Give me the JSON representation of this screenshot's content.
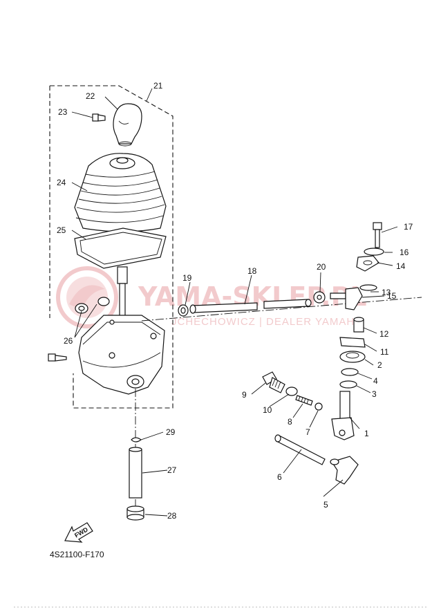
{
  "callouts": [
    "1",
    "2",
    "3",
    "4",
    "5",
    "6",
    "7",
    "8",
    "9",
    "10",
    "11",
    "12",
    "13",
    "14",
    "15",
    "16",
    "17",
    "18",
    "19",
    "20",
    "21",
    "22",
    "23",
    "24",
    "25",
    "26",
    "27",
    "28",
    "29"
  ],
  "watermark": {
    "brand": "YAMA-SKLEP.PL",
    "subtitle": "JCHECHOWICZ | DEALER YAMAHA",
    "color": "#e8a0a4"
  },
  "fwd_label": "FWD",
  "diagram_code": "4S21100-F170"
}
